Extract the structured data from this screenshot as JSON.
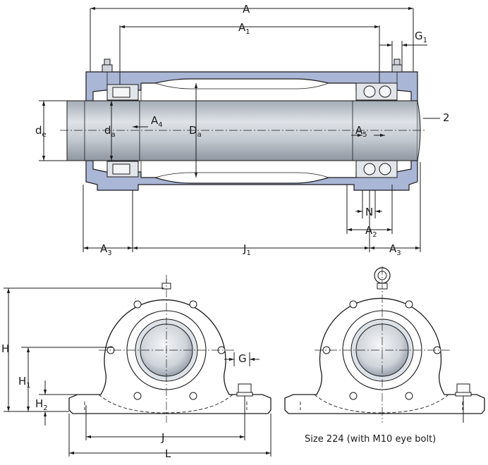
{
  "labels": {
    "A": "A",
    "A1": "A",
    "A1_sub": "1",
    "G1": "G",
    "G1_sub": "1",
    "de": "d",
    "de_sub": "e",
    "da_left": "d",
    "da_left_sub": "a",
    "A4": "A",
    "A4_sub": "4",
    "Da": "D",
    "Da_sub": "a",
    "A5": "A",
    "A5_sub": "5",
    "two": "2",
    "N": "N",
    "A2": "A",
    "A2_sub": "2",
    "A3_left": "A",
    "A3_left_sub": "3",
    "J1": "J",
    "J1_sub": "1",
    "A3_right": "A",
    "A3_right_sub": "3",
    "H": "H",
    "H1": "H",
    "H1_sub": "1",
    "H2": "H",
    "H2_sub": "2",
    "G": "G",
    "J": "J",
    "L": "L"
  },
  "caption": "Size 224 (with M10 eye bolt)",
  "colors": {
    "housing": "#aab6d6",
    "housing_dark": "#8a97bd",
    "shaft": "#c6cbd2",
    "shaft_shade": "#9aa2ad",
    "bearing": "#e2e5ea",
    "ink": "#1a1a1a"
  }
}
